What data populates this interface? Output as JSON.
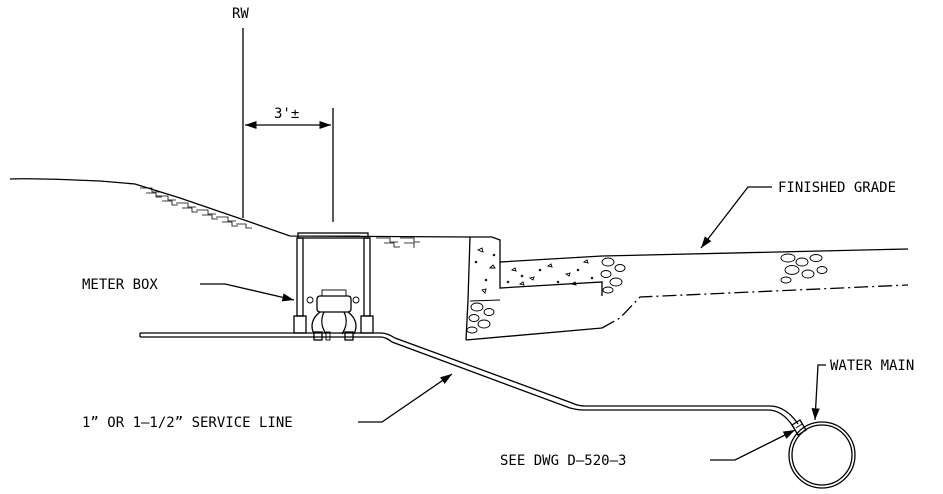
{
  "labels": {
    "rw": "RW",
    "dimension": "3'±",
    "finished_grade": "FINISHED GRADE",
    "meter_box": "METER BOX",
    "water_main": "WATER MAIN",
    "service_line": "1” OR 1—1/2” SERVICE LINE",
    "see_dwg": "SEE DWG D—520—3"
  },
  "colors": {
    "line": "#000000",
    "background": "#ffffff"
  }
}
